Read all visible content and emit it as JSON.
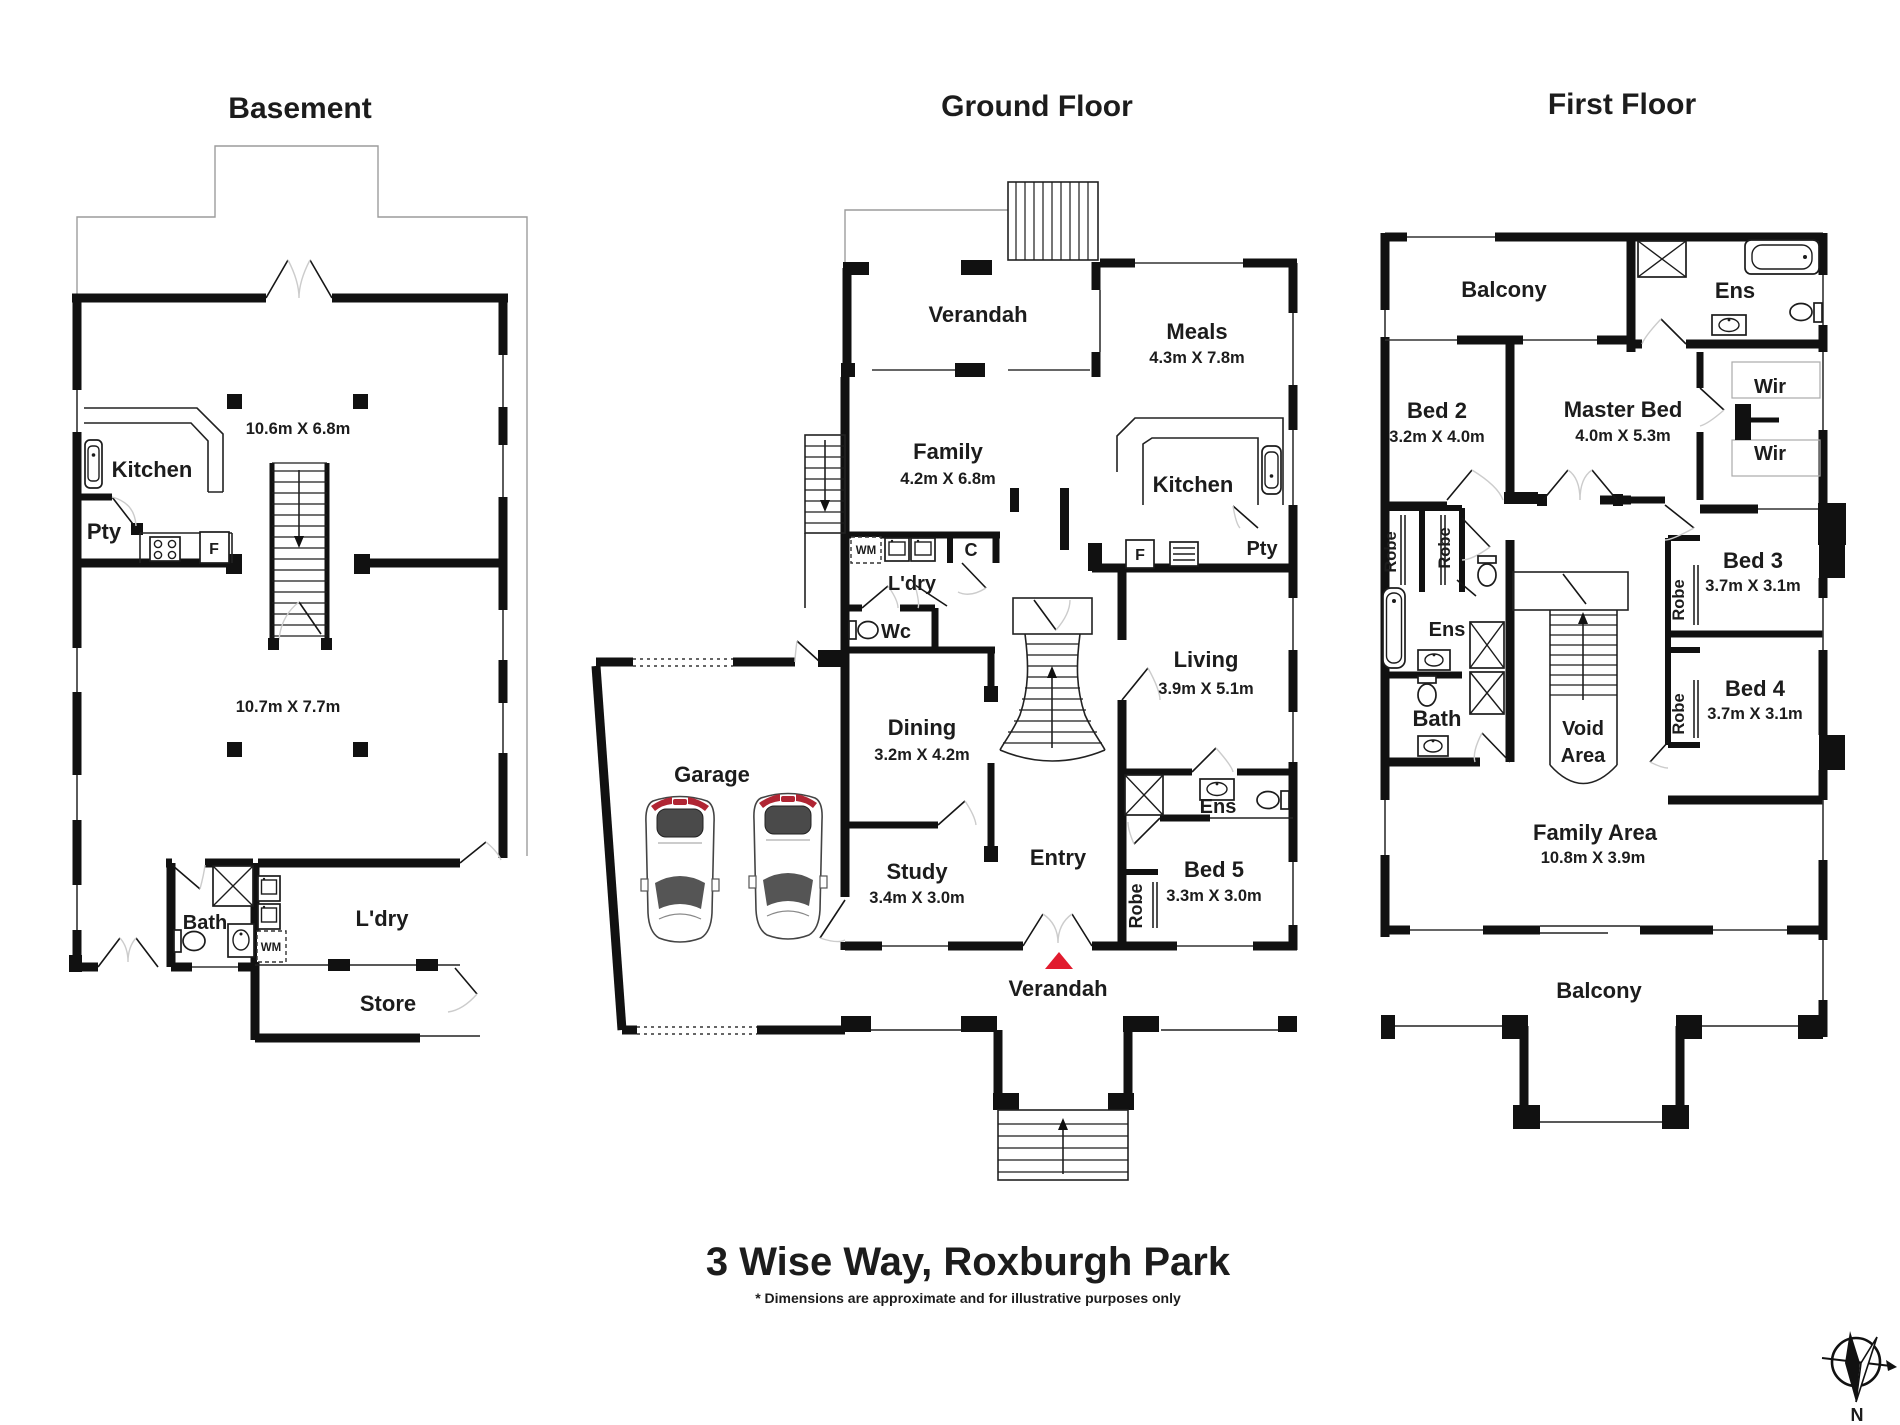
{
  "meta": {
    "address": "3 Wise Way, Roxburgh Park",
    "disclaimer": "* Dimensions are approximate and for illustrative purposes only",
    "compass_n": "N"
  },
  "colors": {
    "entry_marker": "#e11b2e",
    "car_accent": "#b02533",
    "wall": "#111111"
  },
  "basement": {
    "title": "Basement",
    "kitchen": "Kitchen",
    "pty": "Pty",
    "fridge": "F",
    "dims_upper": "10.6m X 6.8m",
    "dims_lower": "10.7m X 7.7m",
    "bath": "Bath",
    "laundry": "L'dry",
    "wm": "WM",
    "store": "Store"
  },
  "ground": {
    "title": "Ground Floor",
    "verandah_rear": "Verandah",
    "meals": "Meals",
    "meals_dims": "4.3m X 7.8m",
    "family": "Family",
    "family_dims": "4.2m X 6.8m",
    "kitchen": "Kitchen",
    "pty": "Pty",
    "fridge": "F",
    "laundry": "L'dry",
    "wm": "WM",
    "closet": "C",
    "wc": "Wc",
    "dining": "Dining",
    "dining_dims": "3.2m X 4.2m",
    "living": "Living",
    "living_dims": "3.9m X 5.1m",
    "study": "Study",
    "study_dims": "3.4m X 3.0m",
    "entry": "Entry",
    "ens": "Ens",
    "bed5": "Bed 5",
    "bed5_dims": "3.3m X 3.0m",
    "robe": "Robe",
    "garage": "Garage",
    "verandah_front": "Verandah"
  },
  "first": {
    "title": "First Floor",
    "balcony_rear": "Balcony",
    "ens_master": "Ens",
    "bed2": "Bed 2",
    "bed2_dims": "3.2m X 4.0m",
    "master": "Master Bed",
    "master_dims": "4.0m X 5.3m",
    "wir1": "Wir",
    "wir2": "Wir",
    "robe1": "Robe",
    "robe2": "Robe",
    "ens2": "Ens",
    "bath": "Bath",
    "bed3": "Bed 3",
    "bed3_dims": "3.7m X 3.1m",
    "robe3": "Robe",
    "bed4": "Bed 4",
    "bed4_dims": "3.7m X 3.1m",
    "robe4": "Robe",
    "void1": "Void",
    "void2": "Area",
    "family_area": "Family Area",
    "family_area_dims": "10.8m X 3.9m",
    "balcony_front": "Balcony"
  }
}
